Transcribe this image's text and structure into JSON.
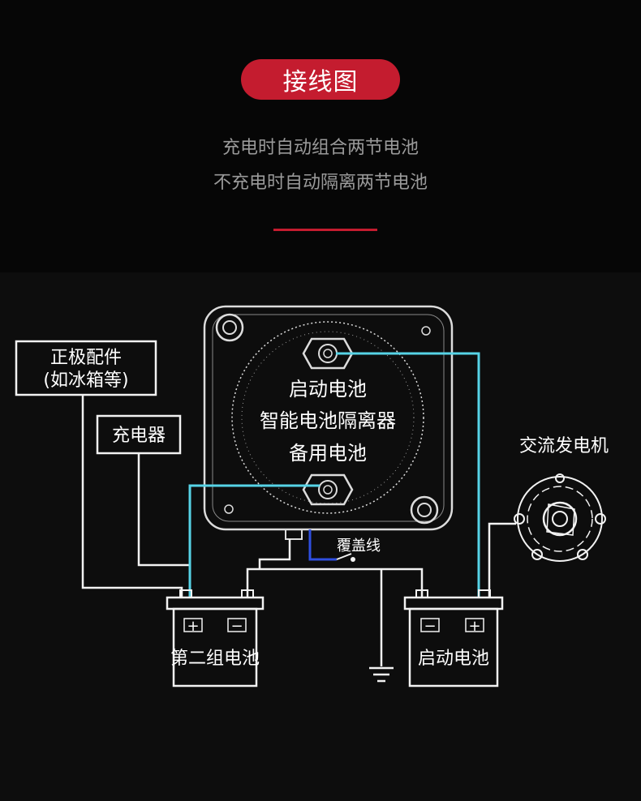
{
  "header": {
    "title": "接线图",
    "line1": "充电时自动组合两节电池",
    "line2": "不充电时自动隔离两节电池"
  },
  "diagram": {
    "accessory_label_line1": "正极配件",
    "accessory_label_line2": "(如冰箱等)",
    "charger_label": "充电器",
    "isolator_terminal_top": "启动电池",
    "isolator_name": "智能电池隔离器",
    "isolator_terminal_bottom": "备用电池",
    "override_label": "覆盖线",
    "alternator_label": "交流发电机",
    "battery_left_label": "第二组电池",
    "battery_right_label": "启动电池",
    "plus_symbol": "+",
    "minus_symbol": "−"
  },
  "colors": {
    "accent_red": "#c41c2f",
    "wire_cyan": "#56d3e6",
    "override_blue": "#2f4fe0",
    "line_white": "#f2f2f2"
  }
}
